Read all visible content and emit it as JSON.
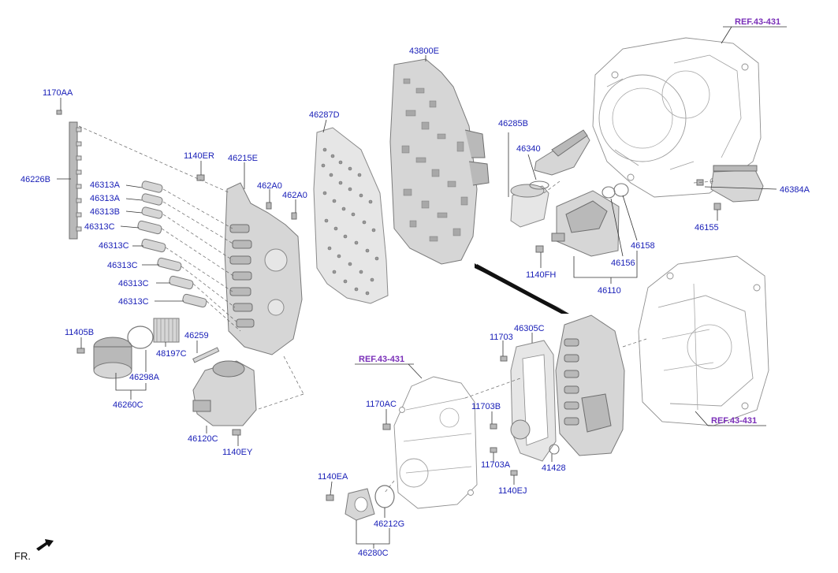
{
  "refs": {
    "top_right": "REF.43-431",
    "center": "REF.43-431",
    "right": "REF.43-431"
  },
  "labels": {
    "p1170AA": "1170AA",
    "p46226B": "46226B",
    "p1140ER": "1140ER",
    "p46215E": "46215E",
    "p462A0a": "462A0",
    "p462A0b": "462A0",
    "p46313A_1": "46313A",
    "p46313A_2": "46313A",
    "p46313B": "46313B",
    "p46313C_1": "46313C",
    "p46313C_2": "46313C",
    "p46313C_3": "46313C",
    "p46313C_4": "46313C",
    "p46313C_5": "46313C",
    "p11405B": "11405B",
    "p46259": "46259",
    "p48197C": "48197C",
    "p46298A": "46298A",
    "p46260C": "46260C",
    "p46120C": "46120C",
    "p1140EY": "1140EY",
    "p46287D": "46287D",
    "p43800E": "43800E",
    "p46285B": "46285B",
    "p46340": "46340",
    "p46384A": "46384A",
    "p46155": "46155",
    "p46158": "46158",
    "p46156": "46156",
    "p1140FH": "1140FH",
    "p46110": "46110",
    "p46305C": "46305C",
    "p11703": "11703",
    "p11703B": "11703B",
    "p11703A": "11703A",
    "p41428": "41428",
    "p1140EJ": "1140EJ",
    "p1170AC": "1170AC",
    "p1140EA": "1140EA",
    "p46212G": "46212G",
    "p46280C": "46280C"
  },
  "direction_label": "FR."
}
